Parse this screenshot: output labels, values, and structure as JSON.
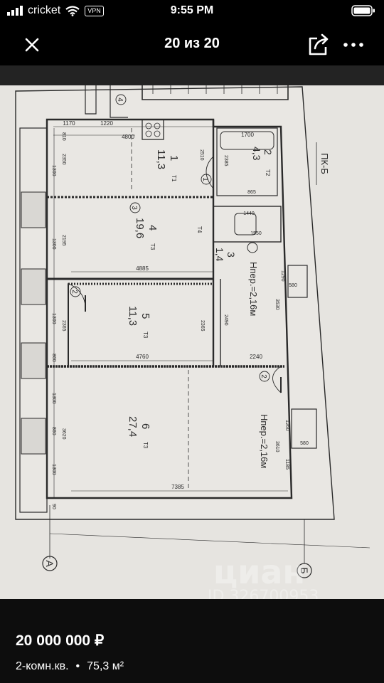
{
  "status_bar": {
    "carrier": "cricket",
    "vpn": "VPN",
    "time": "9:55 PM"
  },
  "header": {
    "counter": "20 из 20",
    "icons": {
      "close": "close-icon",
      "share": "share-icon",
      "more": "more-icon"
    }
  },
  "plan": {
    "rooms": [
      {
        "num": "1",
        "area": "11,3",
        "tag": "T1"
      },
      {
        "num": "2",
        "area": "4,3",
        "tag": "T2"
      },
      {
        "num": "3",
        "area": "1,4",
        "tag": "T4"
      },
      {
        "num": "4",
        "area": "19,6",
        "tag": "T3"
      },
      {
        "num": "5",
        "area": "11,3",
        "tag": "T3"
      },
      {
        "num": "6",
        "area": "27,4",
        "tag": "T3"
      }
    ],
    "height_labels": [
      "Hпер.=2,16м",
      "Hпер.=2,16м"
    ],
    "axis_labels": [
      "A",
      "Б",
      "ПК-Б"
    ],
    "dimensions": [
      "1170",
      "1220",
      "4800",
      "810",
      "2350",
      "1300",
      "2195",
      "1300",
      "2365",
      "1300",
      "860",
      "1300",
      "3620",
      "860",
      "1300",
      "90",
      "4885",
      "4760",
      "2240",
      "7385",
      "1700",
      "2510",
      "1440",
      "1550",
      "1290",
      "580",
      "3530",
      "2490",
      "2365",
      "1260",
      "3610",
      "1185",
      "580",
      "865",
      "2385"
    ],
    "circle_marks": [
      "4",
      "3",
      "2",
      "2",
      "1"
    ],
    "watermark_brand": "циан",
    "watermark_id": "ID 326700953"
  },
  "listing": {
    "price": "20 000 000 ₽",
    "rooms_type": "2-комн.кв.",
    "separator": "•",
    "area": "75,3 м²"
  },
  "colors": {
    "background": "#000000",
    "paper": "#e6e4e0",
    "ink": "#2a2a2a",
    "text": "#ffffff"
  }
}
